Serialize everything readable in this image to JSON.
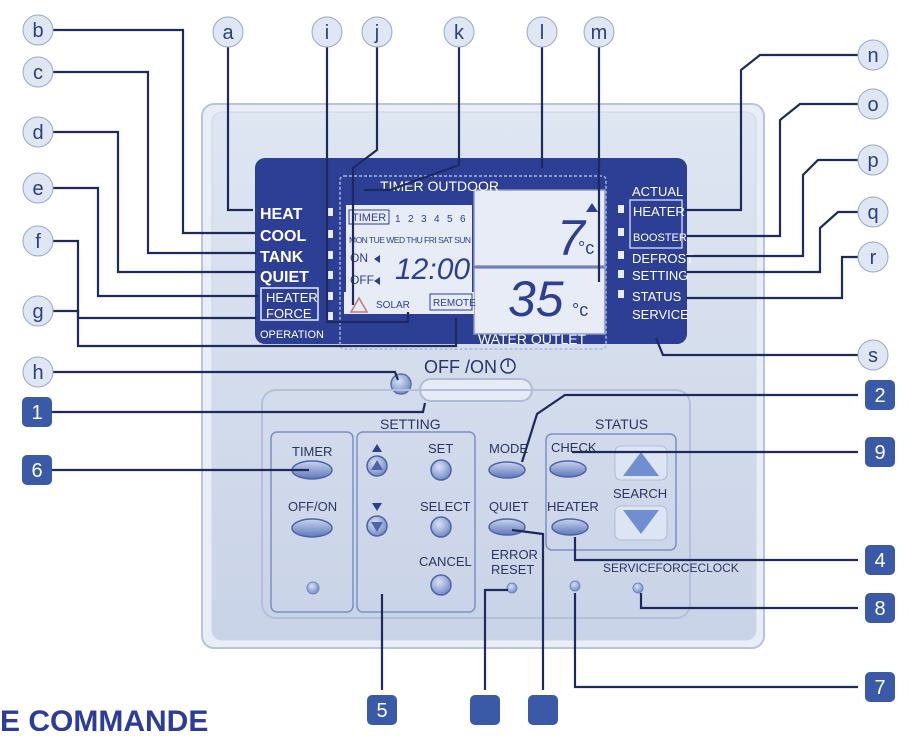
{
  "letter_callouts": [
    {
      "id": "a",
      "label": "a"
    },
    {
      "id": "b",
      "label": "b"
    },
    {
      "id": "c",
      "label": "c"
    },
    {
      "id": "d",
      "label": "d"
    },
    {
      "id": "e",
      "label": "e"
    },
    {
      "id": "f",
      "label": "f"
    },
    {
      "id": "g",
      "label": "g"
    },
    {
      "id": "h",
      "label": "h"
    },
    {
      "id": "i",
      "label": "i"
    },
    {
      "id": "j",
      "label": "j"
    },
    {
      "id": "k",
      "label": "k"
    },
    {
      "id": "l",
      "label": "l"
    },
    {
      "id": "m",
      "label": "m"
    },
    {
      "id": "n",
      "label": "n"
    },
    {
      "id": "o",
      "label": "o"
    },
    {
      "id": "p",
      "label": "p"
    },
    {
      "id": "q",
      "label": "q"
    },
    {
      "id": "r",
      "label": "r"
    },
    {
      "id": "s",
      "label": "s"
    }
  ],
  "number_callouts": [
    {
      "id": "1",
      "label": "1"
    },
    {
      "id": "2",
      "label": "2"
    },
    {
      "id": "4",
      "label": "4"
    },
    {
      "id": "5",
      "label": "5"
    },
    {
      "id": "6",
      "label": "6"
    },
    {
      "id": "7",
      "label": "7"
    },
    {
      "id": "8",
      "label": "8"
    },
    {
      "id": "9",
      "label": "9"
    },
    {
      "id": "blank1",
      "label": ""
    },
    {
      "id": "blank2",
      "label": ""
    }
  ],
  "lcd": {
    "modes": [
      "HEAT",
      "COOL",
      "TANK",
      "QUIET"
    ],
    "heater_label": "HEATER",
    "force_label": "FORCE",
    "operation_label": "OPERATION",
    "timer_outdoor": "TIMER OUTDOOR",
    "timer_label": "TIMER",
    "timer_digits": [
      "1",
      "2",
      "3",
      "4",
      "5",
      "6"
    ],
    "days": "MON TUE WED THU FRI  SAT SUN",
    "on_label": "ON",
    "off_label": "OFF",
    "clock": "12:00",
    "solar": "SOLAR",
    "remote": "REMOTE",
    "outdoor_temp": "7",
    "outlet_temp": "35",
    "unit": "°c",
    "water_outlet": "WATER OUTLET",
    "right_labels": {
      "actual": "ACTUAL",
      "heater": "HEATER",
      "booster": "BOOSTER",
      "defrost": "DEFROST",
      "setting": "SETTING",
      "status": "STATUS",
      "service": "SERVICE"
    }
  },
  "panel": {
    "off_on": "OFF /ON",
    "setting": "SETTING",
    "status": "STATUS",
    "timer": "TIMER",
    "off_on_btn": "OFF/ON",
    "set": "SET",
    "select": "SELECT",
    "cancel": "CANCEL",
    "mode": "MODE",
    "quiet": "QUIET",
    "heater": "HEATER",
    "check": "CHECK",
    "search": "SEARCH",
    "error": "ERROR",
    "reset": "RESET",
    "service_force_clock": "SERVICEFORCECLOCK"
  },
  "footer_text": "E COMMANDE",
  "colors": {
    "callout_fill": "#dfe6f4",
    "callout_text": "#2b3f84",
    "number_fill": "#3a5aa8",
    "lcd_bg": "#2d3f94",
    "panel_blue": "#6f8fd0"
  }
}
